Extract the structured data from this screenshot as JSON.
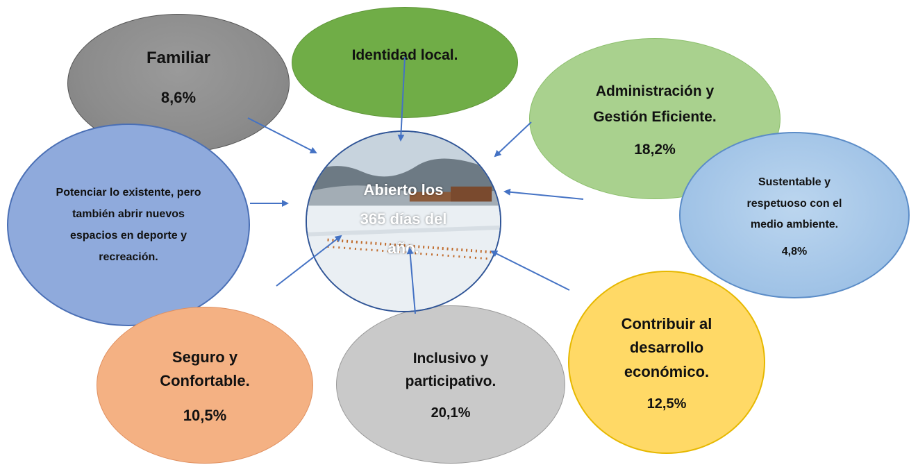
{
  "center": {
    "label": "Abierto los 365 días del año."
  },
  "nodes": [
    {
      "id": "familiar",
      "label": "Familiar",
      "value": "8,6%"
    },
    {
      "id": "identidad",
      "label": "Identidad local.",
      "value": ""
    },
    {
      "id": "admin",
      "label": "Administración y Gestión Eficiente.",
      "value": "18,2%"
    },
    {
      "id": "sustentable",
      "label": "Sustentable y respetuoso con el medio ambiente.",
      "value": "4,8%"
    },
    {
      "id": "potenciar",
      "label": "Potenciar lo existente, pero también abrir nuevos espacios en deporte y recreación.",
      "value": ""
    },
    {
      "id": "seguro",
      "label": "Seguro y Confortable.",
      "value": "10,5%"
    },
    {
      "id": "inclusivo",
      "label": "Inclusivo y participativo.",
      "value": "20,1%"
    },
    {
      "id": "contribuir",
      "label": "Contribuir al desarrollo económico.",
      "value": "12,5%"
    }
  ],
  "colors": {
    "arrow": "#4472c4",
    "familiar": "#8c8c8c",
    "identidad": "#70ad47",
    "admin": "#a9d18e",
    "sustentable": "#9fc2e6",
    "potenciar": "#8faadc",
    "seguro": "#f4b183",
    "inclusivo": "#c9c9c9",
    "contribuir": "#ffd966"
  }
}
